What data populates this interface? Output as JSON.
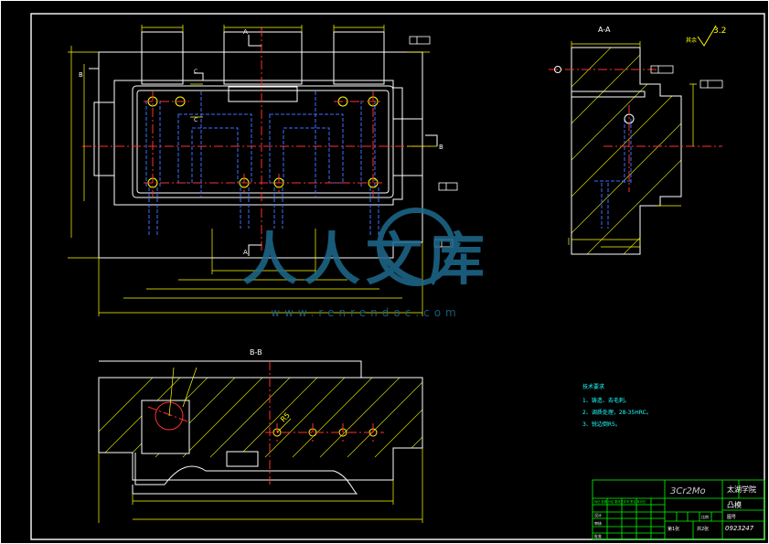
{
  "colors": {
    "background": "#000000",
    "outline": "#ffffff",
    "dimension": "#ffff00",
    "hidden": "#3b6fff",
    "center": "#ff3030",
    "hatch": "#d8d800",
    "titleblock": "#00ff00",
    "text": "#ffffff",
    "material": "#c8c8c8",
    "watermark": "#1e6a8e",
    "notes": "#22ffff"
  },
  "views": {
    "section_aa_label": "A-A",
    "section_bb_label": "B-B",
    "cut_a": "A",
    "cut_b": "B",
    "cut_c": "C",
    "roughness_symbol": "3.2",
    "roughness_note": "其余",
    "radius_label": "R5"
  },
  "tech_notes": {
    "heading": "技术要求",
    "lines": [
      "1、铸造、去毛刺。",
      "2、调质处理，28-35HRC。",
      "3、锐边倒R5。"
    ]
  },
  "title_block": {
    "material": "3Cr2Mo",
    "school": "太湖学院",
    "part_name": "凸模",
    "drawing_no_label": "图号",
    "drawing_no": "0923247",
    "scale_label": "比例",
    "sheet": "第1张",
    "total": "共2张",
    "label_design": "设计",
    "label_check": "审核",
    "label_approve": "批准",
    "header_row": "标记 处数 分区 更改文件号 签名 年月日"
  },
  "watermark": {
    "brand": "人人文库",
    "url": "www.renrendoc.com"
  }
}
